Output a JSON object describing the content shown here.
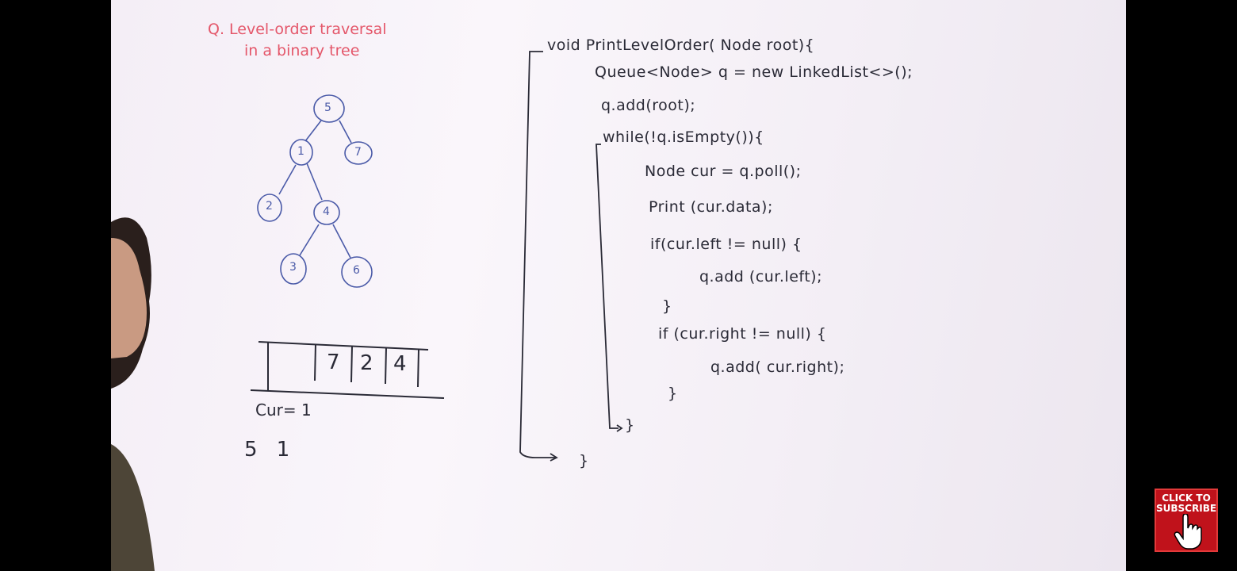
{
  "question": {
    "title_line1": "Q. Level-order traversal",
    "title_line2": "in a binary tree"
  },
  "tree": {
    "nodes": [
      "5",
      "1",
      "7",
      "2",
      "4",
      "3",
      "6"
    ]
  },
  "queue": {
    "cells": [
      "",
      "7",
      "2",
      "4"
    ]
  },
  "cur_label": "Cur= 1",
  "output": "5 1",
  "code": {
    "line1": "void  PrintLevelOrder( Node root){",
    "line2": "Queue<Node> q = new LinkedList<>();",
    "line3": "q.add(root);",
    "line4": "while(!q.isEmpty()){",
    "line5": "Node cur =  q.poll();",
    "line6": "Print (cur.data);",
    "line7": "if(cur.left != null)  {",
    "line8": "q.add (cur.left);",
    "line9": "}",
    "line10": "if (cur.right != null) {",
    "line11": "q.add( cur.right);",
    "line12": "}",
    "line13": "}",
    "line14": "}"
  },
  "subscribe": {
    "line1": "CLICK TO",
    "line2": "SUBSCRIBE",
    "icon": "hand-pointer-icon",
    "color": "#c0121b"
  }
}
